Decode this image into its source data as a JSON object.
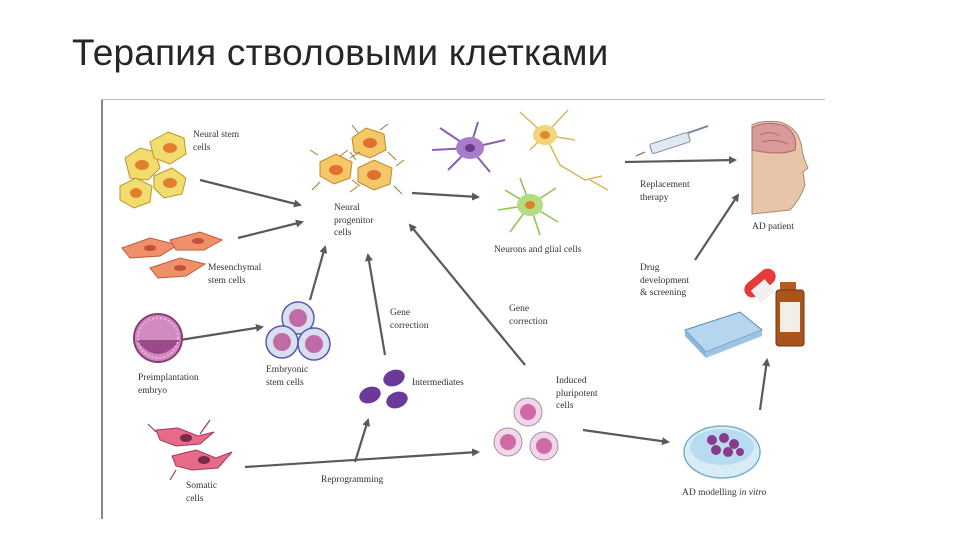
{
  "title": "Терапия стволовыми клетками",
  "diagram": {
    "labels": {
      "neural_stem_cells": [
        "Neural stem",
        "cells"
      ],
      "neural_progenitor_cells": [
        "Neural",
        "progenitor",
        "cells"
      ],
      "neurons_glial": "Neurons and glial cells",
      "replacement_therapy": [
        "Replacement",
        "therapy"
      ],
      "ad_patient": "AD patient",
      "mesenchymal": [
        "Mesenchymal",
        "stem cells"
      ],
      "drug_development": [
        "Drug",
        "development",
        "& screening"
      ],
      "gene_correction_left": [
        "Gene",
        "correction"
      ],
      "gene_correction_right": [
        "Gene",
        "correction"
      ],
      "embryonic_stem_cells": [
        "Embryonic",
        "stem cells"
      ],
      "preimplantation_embryo": [
        "Preimplantation",
        "embryo"
      ],
      "intermediates": "Intermediates",
      "induced_pluripotent": [
        "Induced",
        "pluripotent",
        "cells"
      ],
      "somatic_cells": [
        "Somatic",
        "cells"
      ],
      "reprogramming": "Reprogramming",
      "ad_modelling_prefix": "AD modelling",
      "ad_modelling_italic": "in vitro"
    }
  }
}
